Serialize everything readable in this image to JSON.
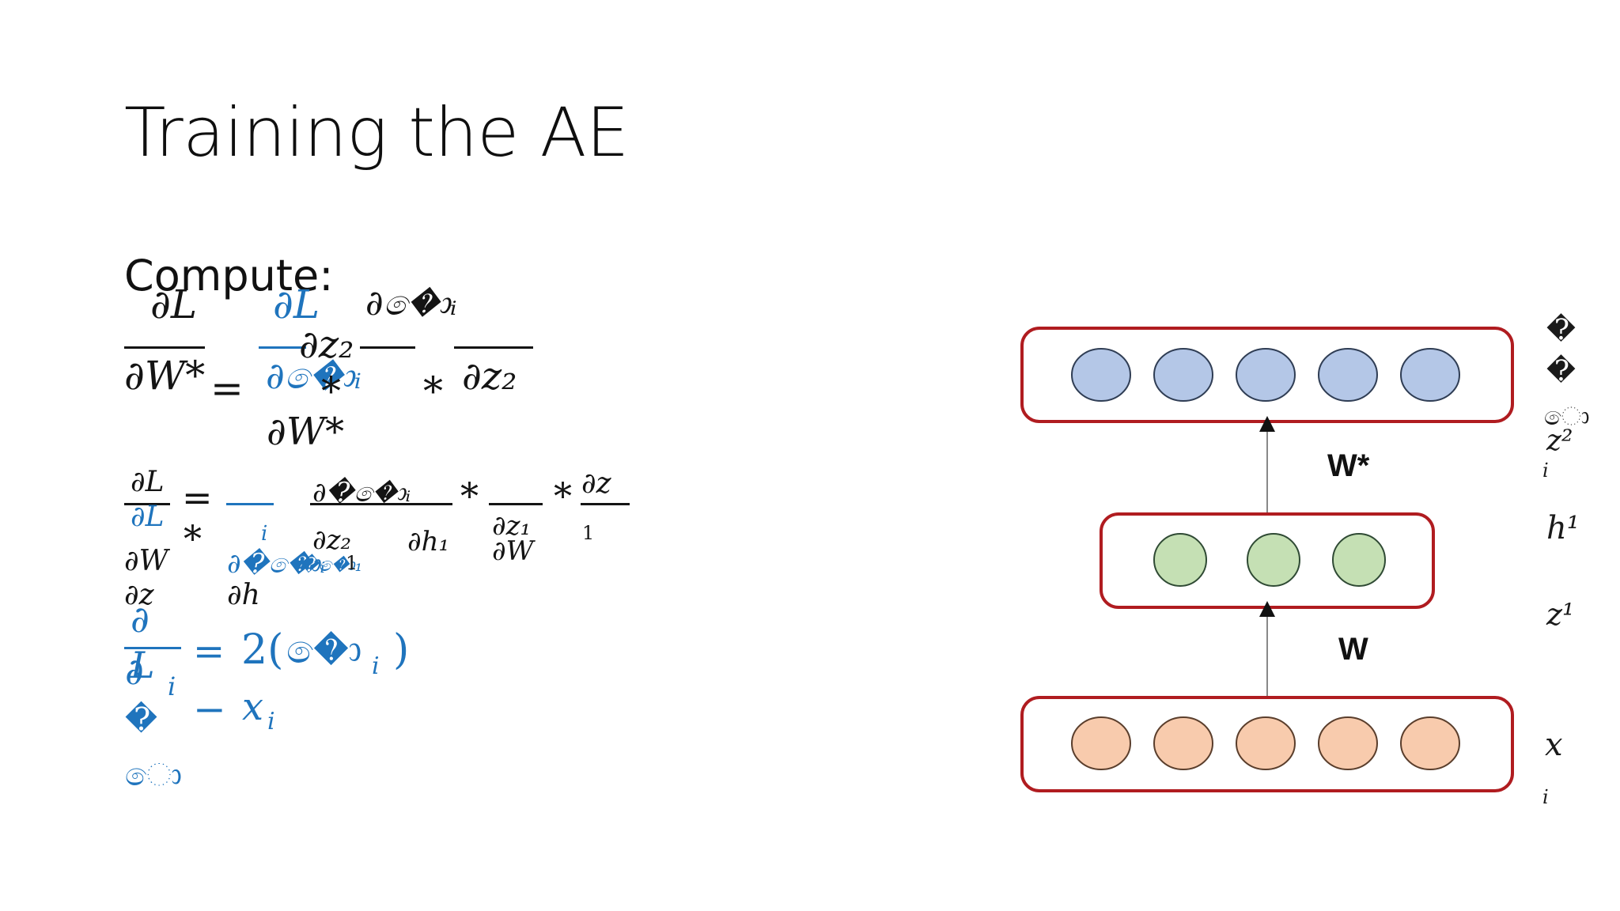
{
  "slide": {
    "title": "Training the AE",
    "compute_label": "Compute:"
  },
  "equation1": {
    "lhs_num": "∂L",
    "lhs_den": "∂W*",
    "equals": "=",
    "t1_num": "∂L",
    "t1_den": "∂�ොᵢ",
    "star1": "*",
    "t2_num": "∂z₂",
    "t2_den": "∂W*",
    "star2": "*",
    "t3_num": "∂�ොᵢ",
    "t3_den": "∂z₂"
  },
  "equation2": {
    "lhs_num": "∂L",
    "lhs_den": "∂W",
    "equals": "=",
    "t1_num": "∂L",
    "t1_sub": "i",
    "t1_den": "∂�ො",
    "star1": "*",
    "t2_num": "∂��ොᵢ",
    "t2_den": "∂z₂",
    "star2": "*",
    "t3_num": "∂z₂",
    "t3_den": "∂h₁",
    "star3": "*",
    "t4_num": "∂z₁",
    "t4_den": "∂W",
    "star4": "*",
    "t5_num": "∂z",
    "t5_sub": "1",
    "extra_a": "∂z",
    "extra_b": "∂h",
    "extra_c": "��ො₁",
    "extra_d": "1"
  },
  "equation3": {
    "num": "∂",
    "den": "L",
    "den2": "∂",
    "sub": "i",
    "equals": "=",
    "rhs_a": "2(",
    "rhs_b": "�ො",
    "rhs_sub": "i",
    "rhs_c": ")",
    "minus": "−",
    "x": "x",
    "x_sub": "i",
    "glyph1": "�",
    "glyph2": "ො"
  },
  "diagram": {
    "weight_top": "W*",
    "weight_bottom": "W",
    "output_fill": "#b4c7e7",
    "hidden_fill": "#c5e0b4",
    "input_fill": "#f8cbad",
    "frame_color": "#b01c20",
    "output_nodes": 5,
    "hidden_nodes": 3,
    "input_nodes": 5
  },
  "side_labels": {
    "out_glyph1": "�",
    "out_glyph2": "�",
    "out_glyph3": "ො",
    "z2": "z²",
    "z2_sub": "i",
    "h1": "h¹",
    "z1": "z¹",
    "x": "x",
    "x_sub": "i"
  }
}
